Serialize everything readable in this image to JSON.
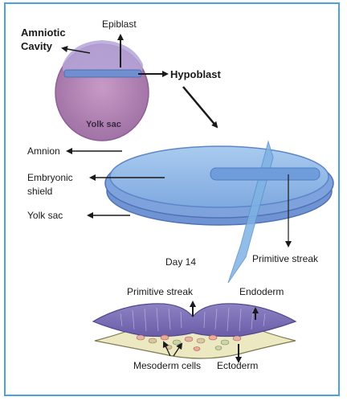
{
  "labels": {
    "amniotic_cavity_line1": "Amniotic",
    "amniotic_cavity_line2": "Cavity",
    "epiblast": "Epiblast",
    "hypoblast": "Hypoblast",
    "yolk_sac_inner": "Yolk sac",
    "amnion": "Amnion",
    "embryonic_shield_line1": "Embryonic",
    "embryonic_shield_line2": "shield",
    "yolk_sac": "Yolk sac",
    "day": "Day 14",
    "primitive_streak_right": "Primitive streak",
    "primitive_streak_bottom": "Primitive streak",
    "endoderm": "Endoderm",
    "mesoderm_cells": "Mesoderm cells",
    "ectoderm": "Ectoderm"
  },
  "colors": {
    "frame": "#4da3df",
    "sac_purple": "#b489b5",
    "amnion_blue": "#9fc7ec",
    "disc_blue": "#8fb6e6",
    "disc_rim": "#5d86c9",
    "streak_blue": "#7fb2e4",
    "arrow": "#1a1a1a"
  }
}
